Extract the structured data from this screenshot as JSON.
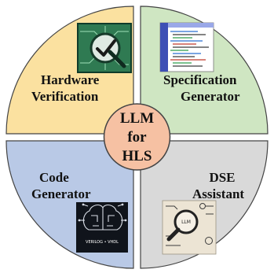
{
  "colors": {
    "quadrant_top_left": "#fbe1a0",
    "quadrant_top_right": "#cfe6c2",
    "quadrant_bottom_left": "#b9c9e6",
    "quadrant_bottom_right": "#d9d9d9",
    "center": "#f6c1a3",
    "stroke": "#444444"
  },
  "center": {
    "line1": "LLM",
    "line2": "for",
    "line3": "HLS"
  },
  "quadrants": {
    "top_left": {
      "line1": "Hardware",
      "line2": "Verification",
      "icon": "circuit-board-check-icon"
    },
    "top_right": {
      "line1": "Specification",
      "line2": "Generator",
      "icon": "code-screenshot-icon"
    },
    "bottom_left": {
      "line1": "Code",
      "line2": "Generator",
      "icon": "brain-chip-icon",
      "icon_caption": "VERILOG • VHDL"
    },
    "bottom_right": {
      "line1": "DSE",
      "line2": "Assistant",
      "icon": "magnifier-llm-icon",
      "icon_caption": "LLM"
    }
  }
}
